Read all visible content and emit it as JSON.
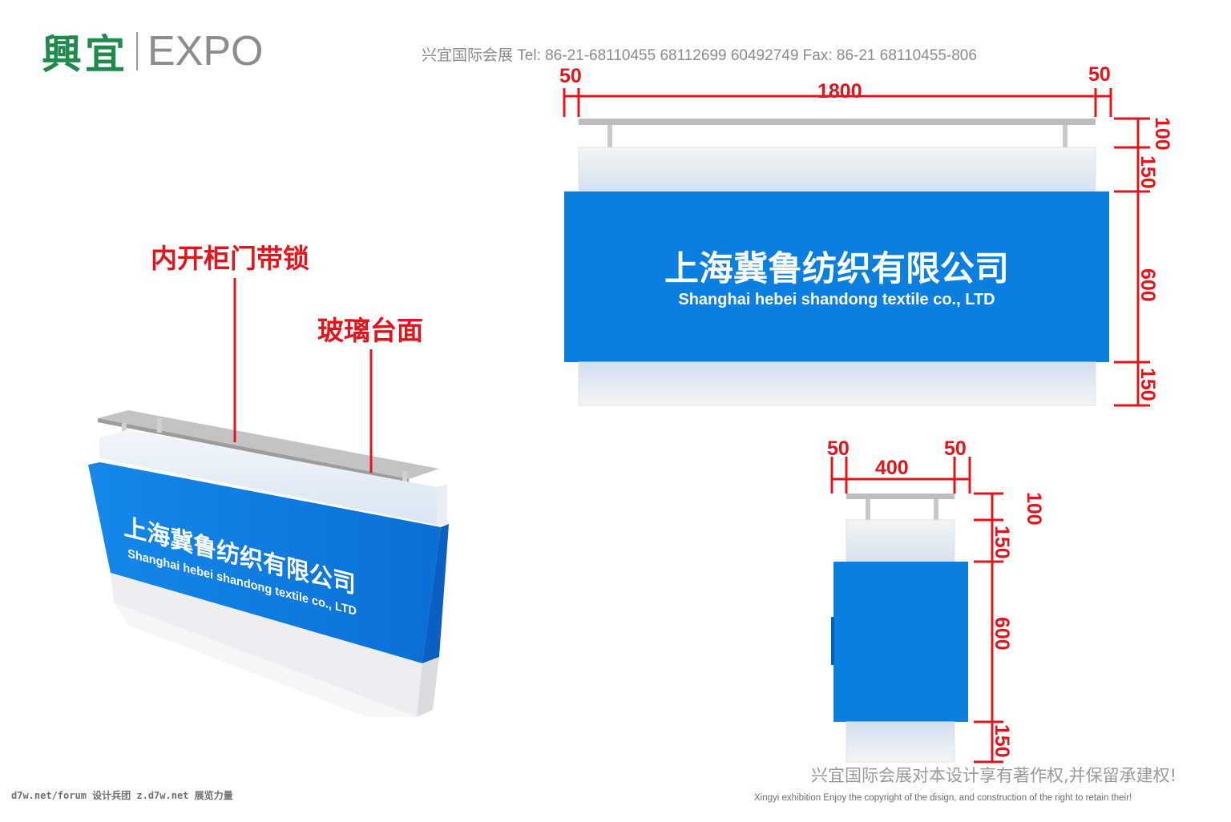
{
  "header": {
    "logo_cn": "興宜",
    "logo_en": "EXPO",
    "contact": "兴宜国际会展   Tel: 86-21-68110455   68112699   60492749    Fax: 86-21 68110455-806"
  },
  "perspective_view": {
    "callout_1": "内开柜门带锁",
    "callout_2": "玻璃台面",
    "panel_cn": "上海冀鲁纺织有限公司",
    "panel_en": "Shanghai hebei shandong textile co., LTD"
  },
  "front_view": {
    "dims_width": [
      "50",
      "1800",
      "50"
    ],
    "dims_height": [
      "100",
      "150",
      "600",
      "150"
    ],
    "panel_cn": "上海冀鲁纺织有限公司",
    "panel_en": "Shanghai hebei shandong textile co., LTD"
  },
  "side_view": {
    "dims_width": [
      "50",
      "400",
      "50"
    ],
    "dims_height": [
      "100",
      "150",
      "600",
      "150"
    ]
  },
  "footer": {
    "copyright_cn": "兴宜国际会展对本设计享有著作权,并保留承建权!",
    "copyright_en": "Xingyi exhibition Enjoy the copyright of the disign, and construction of the right to retain their!",
    "watermark": "d7w.net/forum 设计兵团 z.d7w.net 展览力量"
  },
  "colors": {
    "panel_blue": "#0a7fe0",
    "dim_red": "#e3141b",
    "logo_green": "#1f8a4c"
  }
}
